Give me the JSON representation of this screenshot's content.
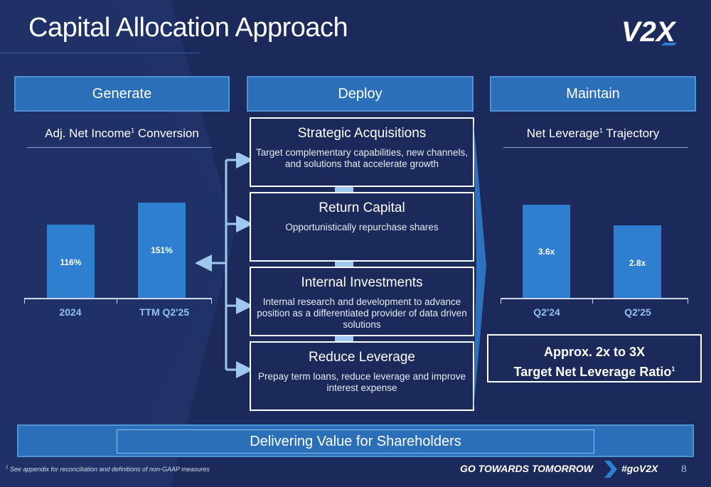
{
  "title": "Capital Allocation Approach",
  "logo_text": "V2X",
  "columns": {
    "generate": {
      "header": "Generate",
      "subtitle_main": "Adj. Net Income",
      "subtitle_sup": "1",
      "subtitle_end": " Conversion"
    },
    "deploy": {
      "header": "Deploy"
    },
    "maintain": {
      "header": "Maintain",
      "subtitle_main": "Net Leverage",
      "subtitle_sup": "1",
      "subtitle_end": " Trajectory"
    }
  },
  "deploy_items": [
    {
      "title": "Strategic Acquisitions",
      "desc": "Target complementary capabilities, new channels, and solutions that accelerate growth"
    },
    {
      "title": "Return Capital",
      "desc": "Opportunistically repurchase shares"
    },
    {
      "title": "Internal Investments",
      "desc": "Internal research and development to advance position as a differentiated provider of data driven solutions"
    },
    {
      "title": "Reduce Leverage",
      "desc": "Prepay term loans, reduce leverage and improve interest expense"
    }
  ],
  "chart_data": [
    {
      "type": "bar",
      "categories": [
        "2024",
        "TTM Q2'25"
      ],
      "values": [
        116,
        151
      ],
      "labels": [
        "116%",
        "151%"
      ],
      "ylim": [
        0,
        180
      ],
      "grid": false
    },
    {
      "type": "bar",
      "categories": [
        "Q2'24",
        "Q2'25"
      ],
      "values": [
        3.6,
        2.8
      ],
      "labels": [
        "3.6x",
        "2.8x"
      ],
      "ylim": [
        0,
        4.4
      ],
      "grid": false
    }
  ],
  "target": {
    "line1": "Approx. 2x to 3X",
    "line2": "Target Net Leverage Ratio",
    "sup": "1"
  },
  "banner": "Delivering Value for Shareholders",
  "footer": {
    "note_sup": "1",
    "note": " See appendix for reconciliation and definitions of non-GAAP measures",
    "tagline": "GO TOWARDS TOMORROW",
    "hashtag": "#goV2X",
    "page": "8"
  },
  "colors": {
    "background": "#1b2a5a",
    "header": "#2b6fb8",
    "bar": "#2f7fd1",
    "accent": "#8fc1f2"
  },
  "icons": [
    "v2x-logo-icon",
    "bracket-arrow-icon",
    "chevron-right-icon",
    "big-arrow-icon"
  ]
}
